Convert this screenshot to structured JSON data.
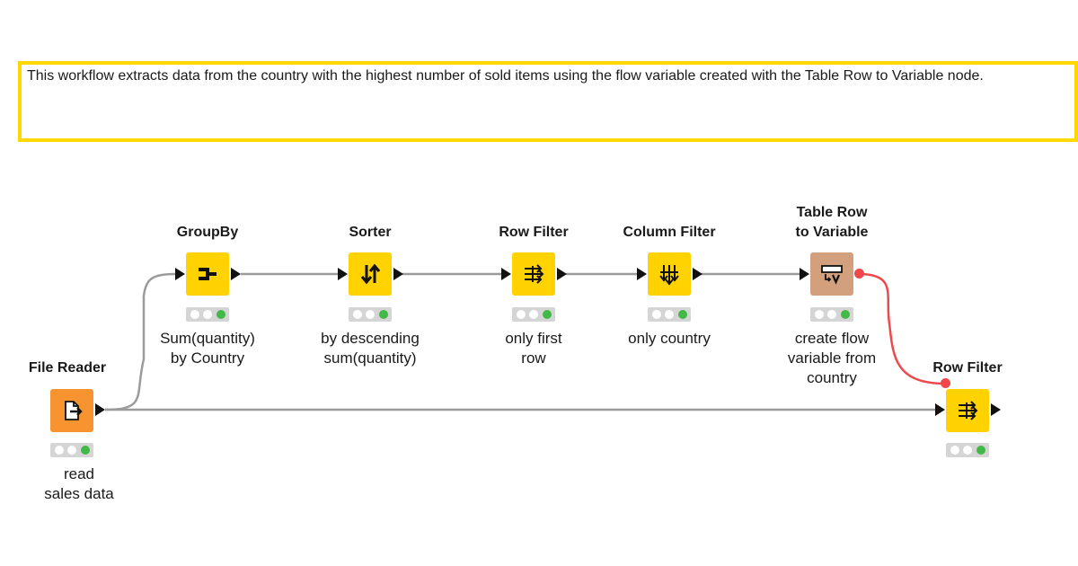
{
  "annotation": {
    "text": "This workflow extracts data from the country with the highest number of sold items using the flow variable created with the Table Row to Variable node.",
    "border_color": "#ffd800"
  },
  "colors": {
    "manipulator_node": "#ffd200",
    "source_node": "#f7942f",
    "other_node": "#d3a07d",
    "data_connection": "#9b9b9b",
    "variable_connection": "#f0484a",
    "status_green": "#42b847"
  },
  "nodes": {
    "file_reader": {
      "title": "File Reader",
      "label": "read\nsales data",
      "icon": "file-reader-icon"
    },
    "groupby": {
      "title": "GroupBy",
      "label": "Sum(quantity)\nby Country",
      "icon": "groupby-icon"
    },
    "sorter": {
      "title": "Sorter",
      "label": "by descending\nsum(quantity)",
      "icon": "sorter-icon"
    },
    "row_filter_1": {
      "title": "Row Filter",
      "label": "only first\nrow",
      "icon": "row-filter-icon"
    },
    "column_filter": {
      "title": "Column Filter",
      "label": "only country",
      "icon": "column-filter-icon"
    },
    "table_row_to_variable": {
      "title": "Table Row\nto Variable",
      "label": "create flow\nvariable from\ncountry",
      "icon": "table-row-to-variable-icon"
    },
    "row_filter_2": {
      "title": "Row Filter",
      "label": "",
      "icon": "row-filter-icon"
    }
  }
}
